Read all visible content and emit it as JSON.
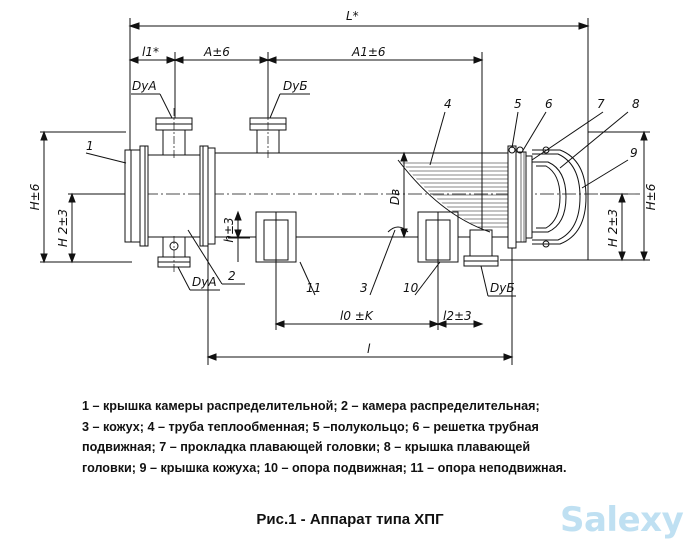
{
  "dimensions": {
    "L_total": "L*",
    "l1": "l1*",
    "A": "A±6",
    "A1": "A1±6",
    "Dy_A_top": "DуА",
    "Dy_B_top": "DуБ",
    "Dy_A_bottom": "DуА",
    "Dy_B_bottom": "DуБ",
    "H_left": "H±6",
    "H2_left": "H 2±3",
    "h": "h±3",
    "D_v": "Dв",
    "H_right": "H±6",
    "H2_right": "H 2±3",
    "l0": "l0 ±K",
    "l2": "l2±3",
    "l": "l"
  },
  "callouts": [
    "1",
    "2",
    "3",
    "4",
    "5",
    "6",
    "7",
    "8",
    "9",
    "10",
    "11"
  ],
  "legend_lines": [
    "1 – крышка камеры распределительной; 2 – камера распределительная;",
    "3 – кожух; 4 – труба теплообменная; 5 –полукольцо; 6 – решетка трубная",
    "подвижная; 7 – прокладка плавающей головки; 8 – крышка плавающей",
    "головки; 9 – крышка кожуха; 10 – опора подвижная; 11 – опора неподвижная."
  ],
  "caption": "Рис.1 -  Аппарат типа ХПГ",
  "watermark": "Salexy"
}
